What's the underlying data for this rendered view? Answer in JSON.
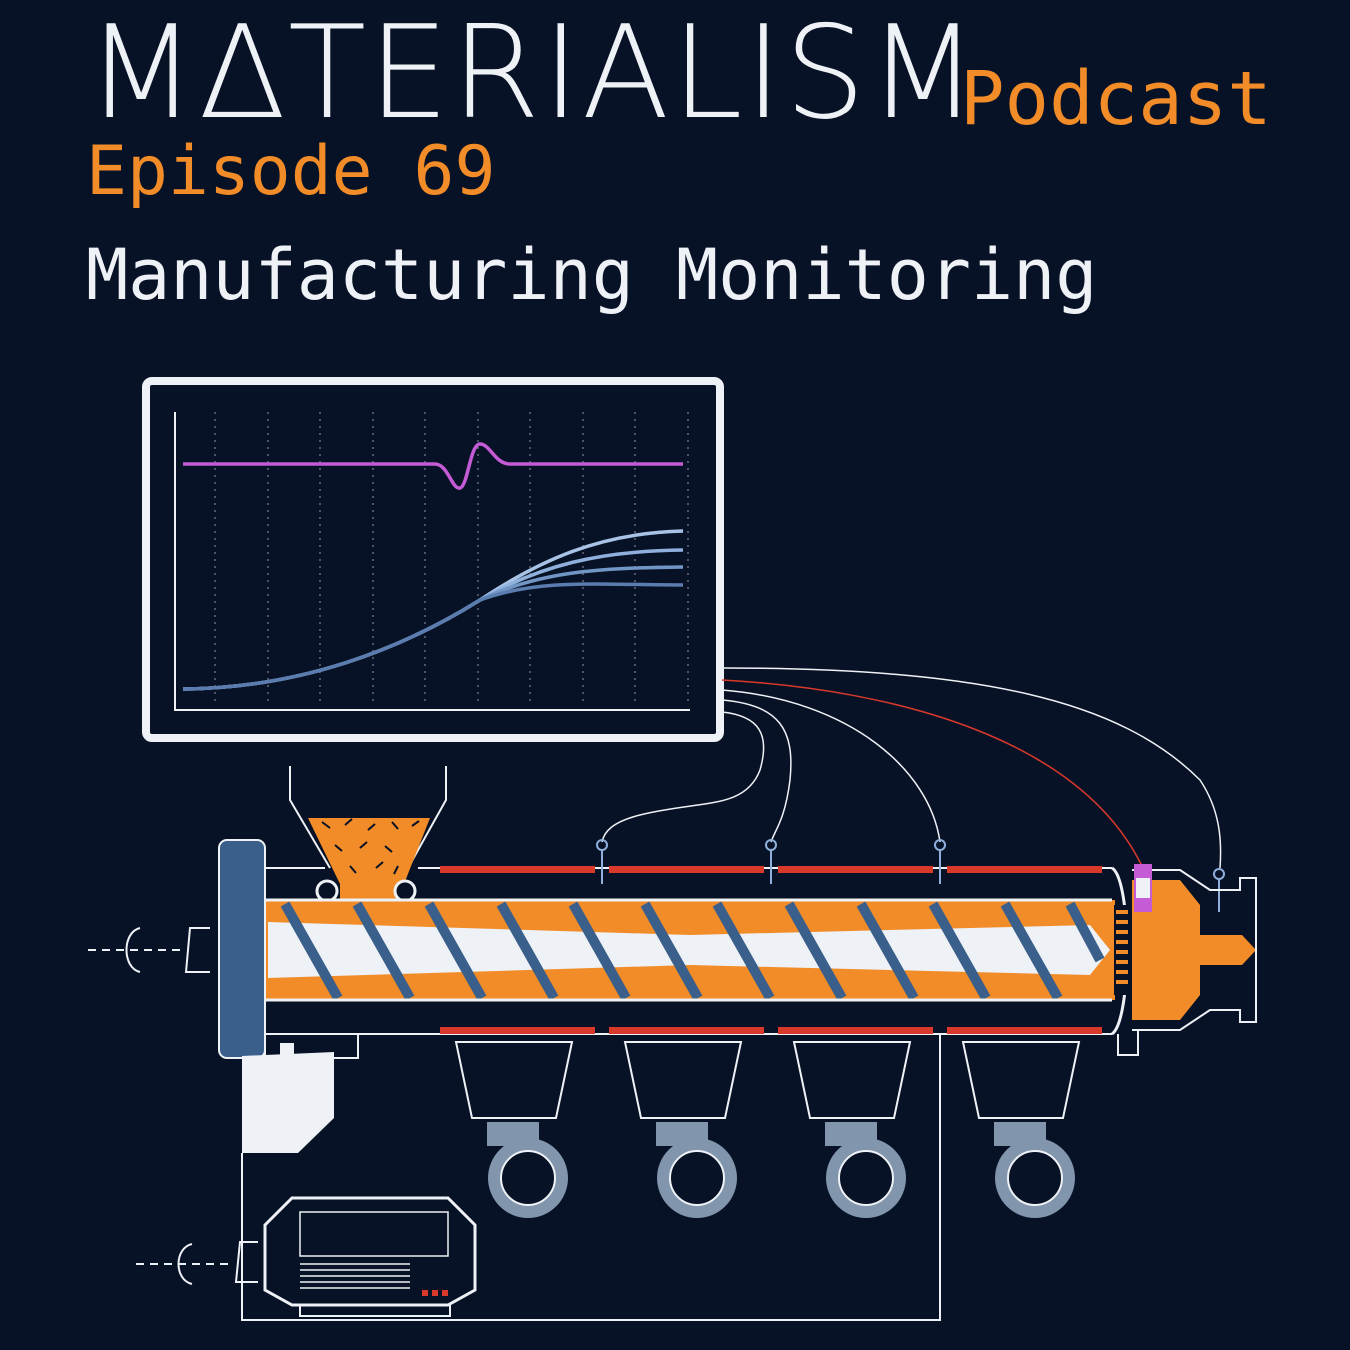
{
  "header": {
    "brand": "MΔTERIALISM",
    "subbrand": "Podcast",
    "episode": "Episode 69",
    "topic": "Manufacturing Monitoring"
  },
  "colors": {
    "background": "#081226",
    "orange": "#f28c28",
    "white": "#eef1f6",
    "steel": "#3a5f8a",
    "heater": "#d9392b",
    "magenta": "#c65bd6"
  }
}
